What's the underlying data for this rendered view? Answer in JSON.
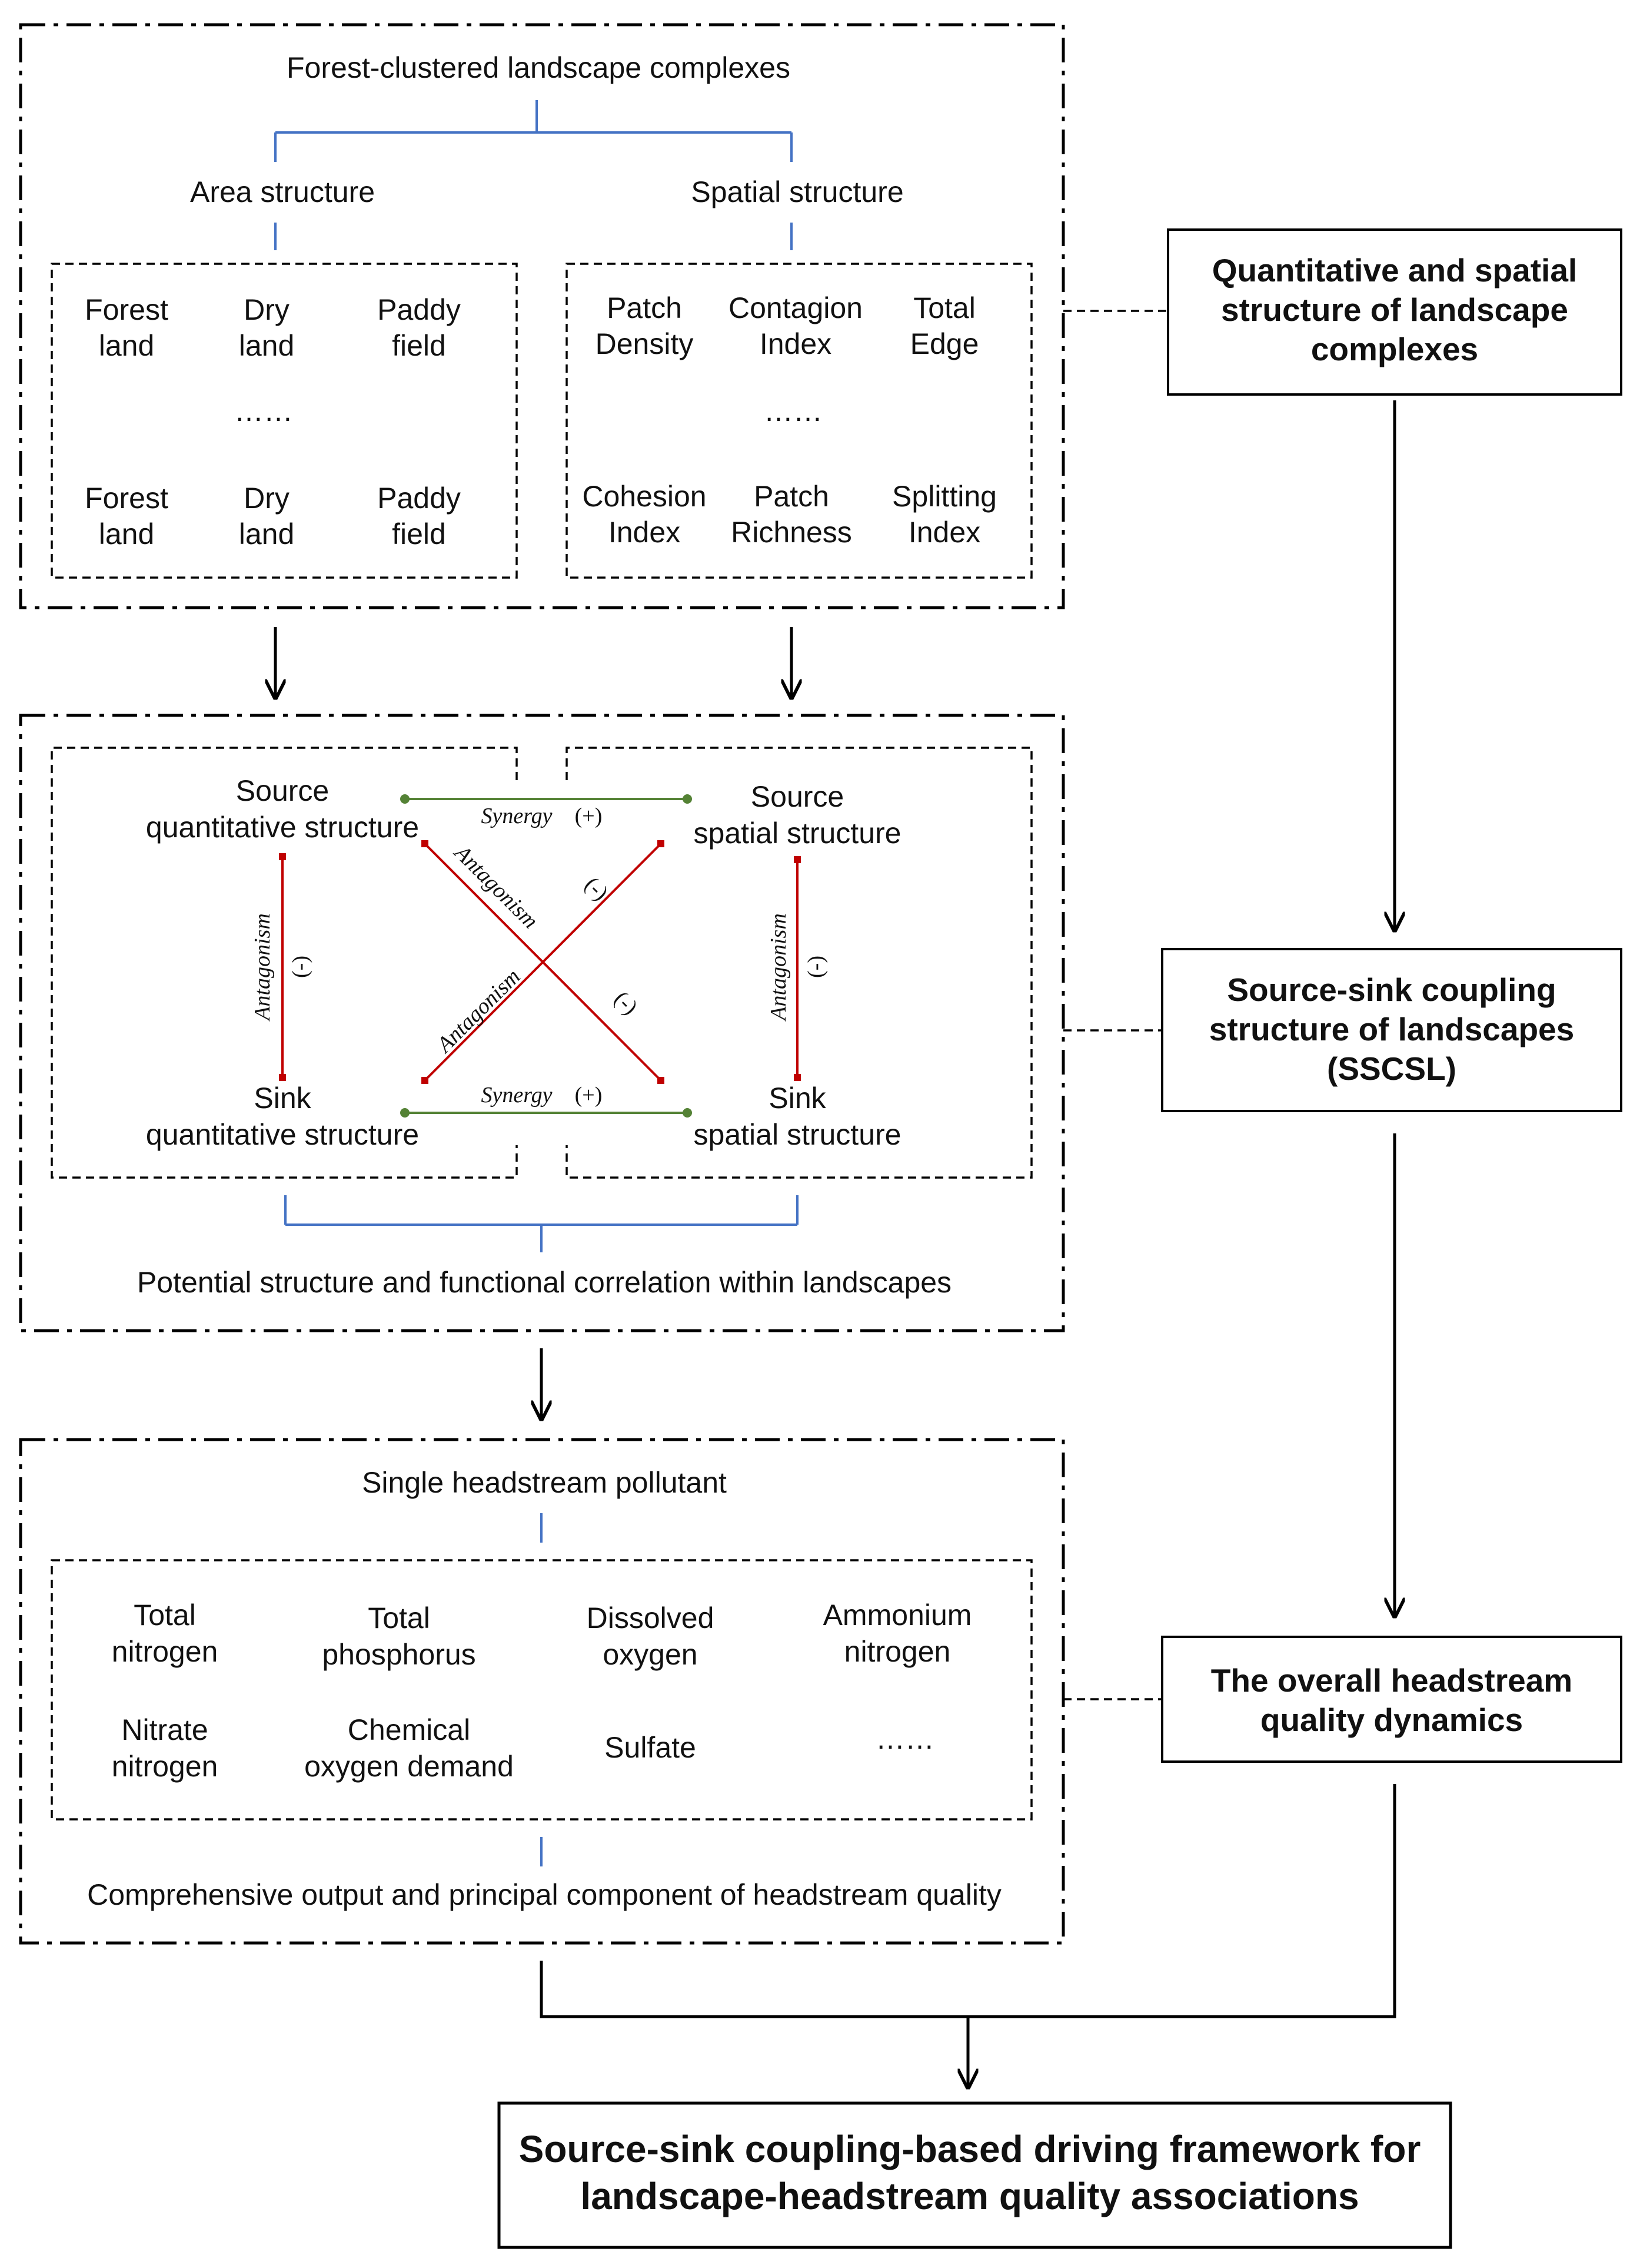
{
  "block1": {
    "title": "Forest-clustered landscape complexes",
    "area_title": "Area structure",
    "spatial_title": "Spatial structure",
    "area_items": [
      [
        "Forest",
        "land"
      ],
      [
        "Dry",
        "land"
      ],
      [
        "Paddy",
        "field"
      ],
      [
        "Forest",
        "land"
      ],
      [
        "Dry",
        "land"
      ],
      [
        "Paddy",
        "field"
      ]
    ],
    "spatial_items": [
      [
        "Patch",
        "Density"
      ],
      [
        "Contagion",
        "Index"
      ],
      [
        "Total",
        "Edge"
      ],
      [
        "Cohesion",
        "Index"
      ],
      [
        "Patch",
        "Richness"
      ],
      [
        "Splitting",
        "Index"
      ]
    ],
    "ellipsis": "……"
  },
  "block2": {
    "source_quant": [
      "Source",
      "quantitative structure"
    ],
    "sink_quant": [
      "Sink",
      "quantitative structure"
    ],
    "source_spatial": [
      "Source",
      "spatial structure"
    ],
    "sink_spatial": [
      "Sink",
      "spatial structure"
    ],
    "synergy": "Synergy",
    "plus": "(+)",
    "antagonism": "Antagonism",
    "minus": "(-)",
    "caption": "Potential structure and functional correlation within landscapes"
  },
  "block3": {
    "title": "Single headstream pollutant",
    "pollutants": [
      [
        "Total",
        "nitrogen"
      ],
      [
        "Total",
        "phosphorus"
      ],
      [
        "Dissolved",
        "oxygen"
      ],
      [
        "Ammonium",
        "nitrogen"
      ],
      [
        "Nitrate",
        "nitrogen"
      ],
      [
        "Chemical",
        "oxygen demand"
      ],
      [
        "Sulfate"
      ],
      [
        "……"
      ]
    ],
    "caption": "Comprehensive output and principal component of headstream quality"
  },
  "right_boxes": {
    "box1": [
      "Quantitative and spatial",
      "structure of landscape",
      "complexes"
    ],
    "box2": [
      "Source-sink coupling",
      "structure of landscapes",
      "(SSCSL)"
    ],
    "box3": [
      "The overall headstream",
      "quality dynamics"
    ]
  },
  "final_box": [
    "Source-sink coupling-based driving framework for",
    "landscape-headstream quality associations"
  ],
  "colors": {
    "bracket_blue": "#4472c4",
    "synergy_green": "#548235",
    "antagonism_red": "#c00000",
    "line_black": "#000000"
  }
}
